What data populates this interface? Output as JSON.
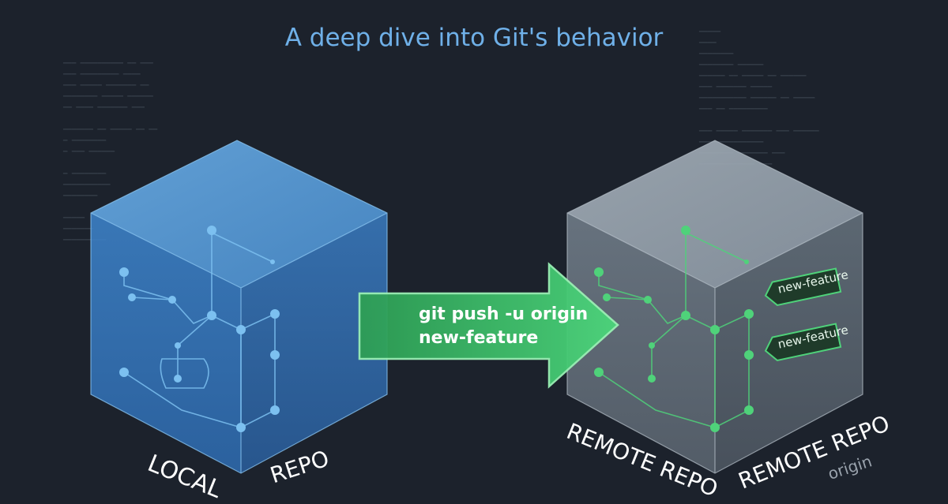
{
  "subtitle": "A deep dive into Git's behavior",
  "local_repo": {
    "label_left": "LOCAL",
    "label_right": "REPO"
  },
  "push_arrow": {
    "line1": "git push -u origin",
    "line2": "new-feature"
  },
  "remote_repo": {
    "label_left": "REMOTE REPO",
    "label_right": "REMOTE REPO",
    "remote_name": "origin",
    "branch_tags": [
      "new-feature",
      "new-feature"
    ]
  },
  "colors": {
    "local": "#4a8fd0",
    "remote": "#6b7a86",
    "arrow": "#3fc467",
    "accent": "#7cc0f0"
  }
}
